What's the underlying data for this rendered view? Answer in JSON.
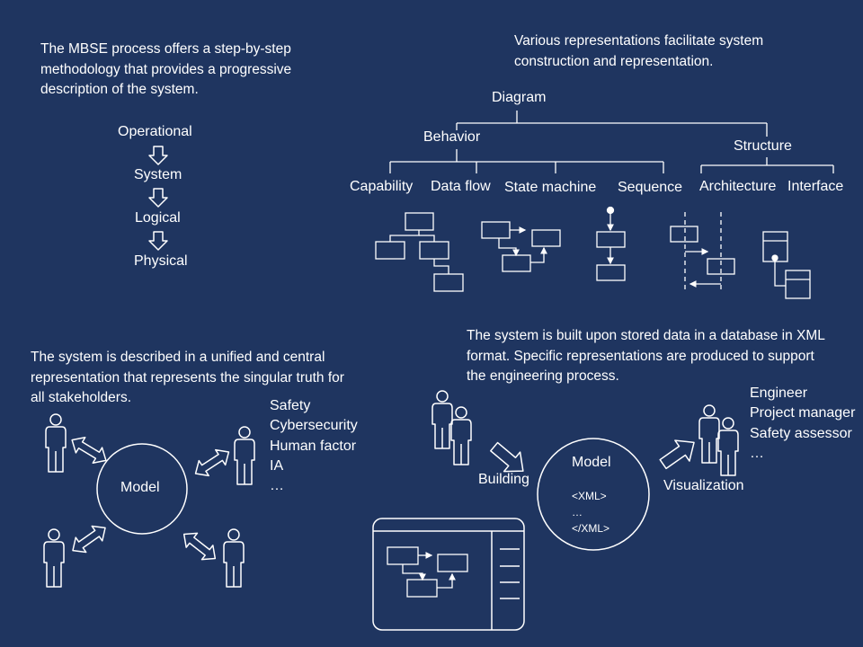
{
  "panel_tl": {
    "intro": "The MBSE process offers a step-by-step methodology that provides a progressive description of the system.",
    "steps": [
      "Operational",
      "System",
      "Logical",
      "Physical"
    ]
  },
  "panel_tr": {
    "intro": "Various representations facilitate system construction and representation.",
    "root": "Diagram",
    "behavior": "Behavior",
    "structure": "Structure",
    "leaves": [
      "Capability",
      "Data flow",
      "State machine",
      "Sequence",
      "Architecture",
      "Interface"
    ]
  },
  "panel_bl": {
    "intro": "The system is described in a unified and central representation that represents the singular truth for all stakeholders.",
    "model": "Model",
    "stakeholders": [
      "Safety",
      "Cybersecurity",
      "Human factor",
      "IA",
      "…"
    ]
  },
  "panel_br": {
    "intro": "The system is built upon stored data in a database in XML format. Specific representations are produced to support the engineering process.",
    "model": "Model",
    "xml_open": "<XML>",
    "xml_dots": "…",
    "xml_close": "</XML>",
    "building": "Building",
    "visualization": "Visualization",
    "roles": [
      "Engineer",
      "Project manager",
      "Safety assessor",
      "…"
    ]
  },
  "colors": {
    "background": "#1f3560",
    "foreground": "#ffffff"
  }
}
